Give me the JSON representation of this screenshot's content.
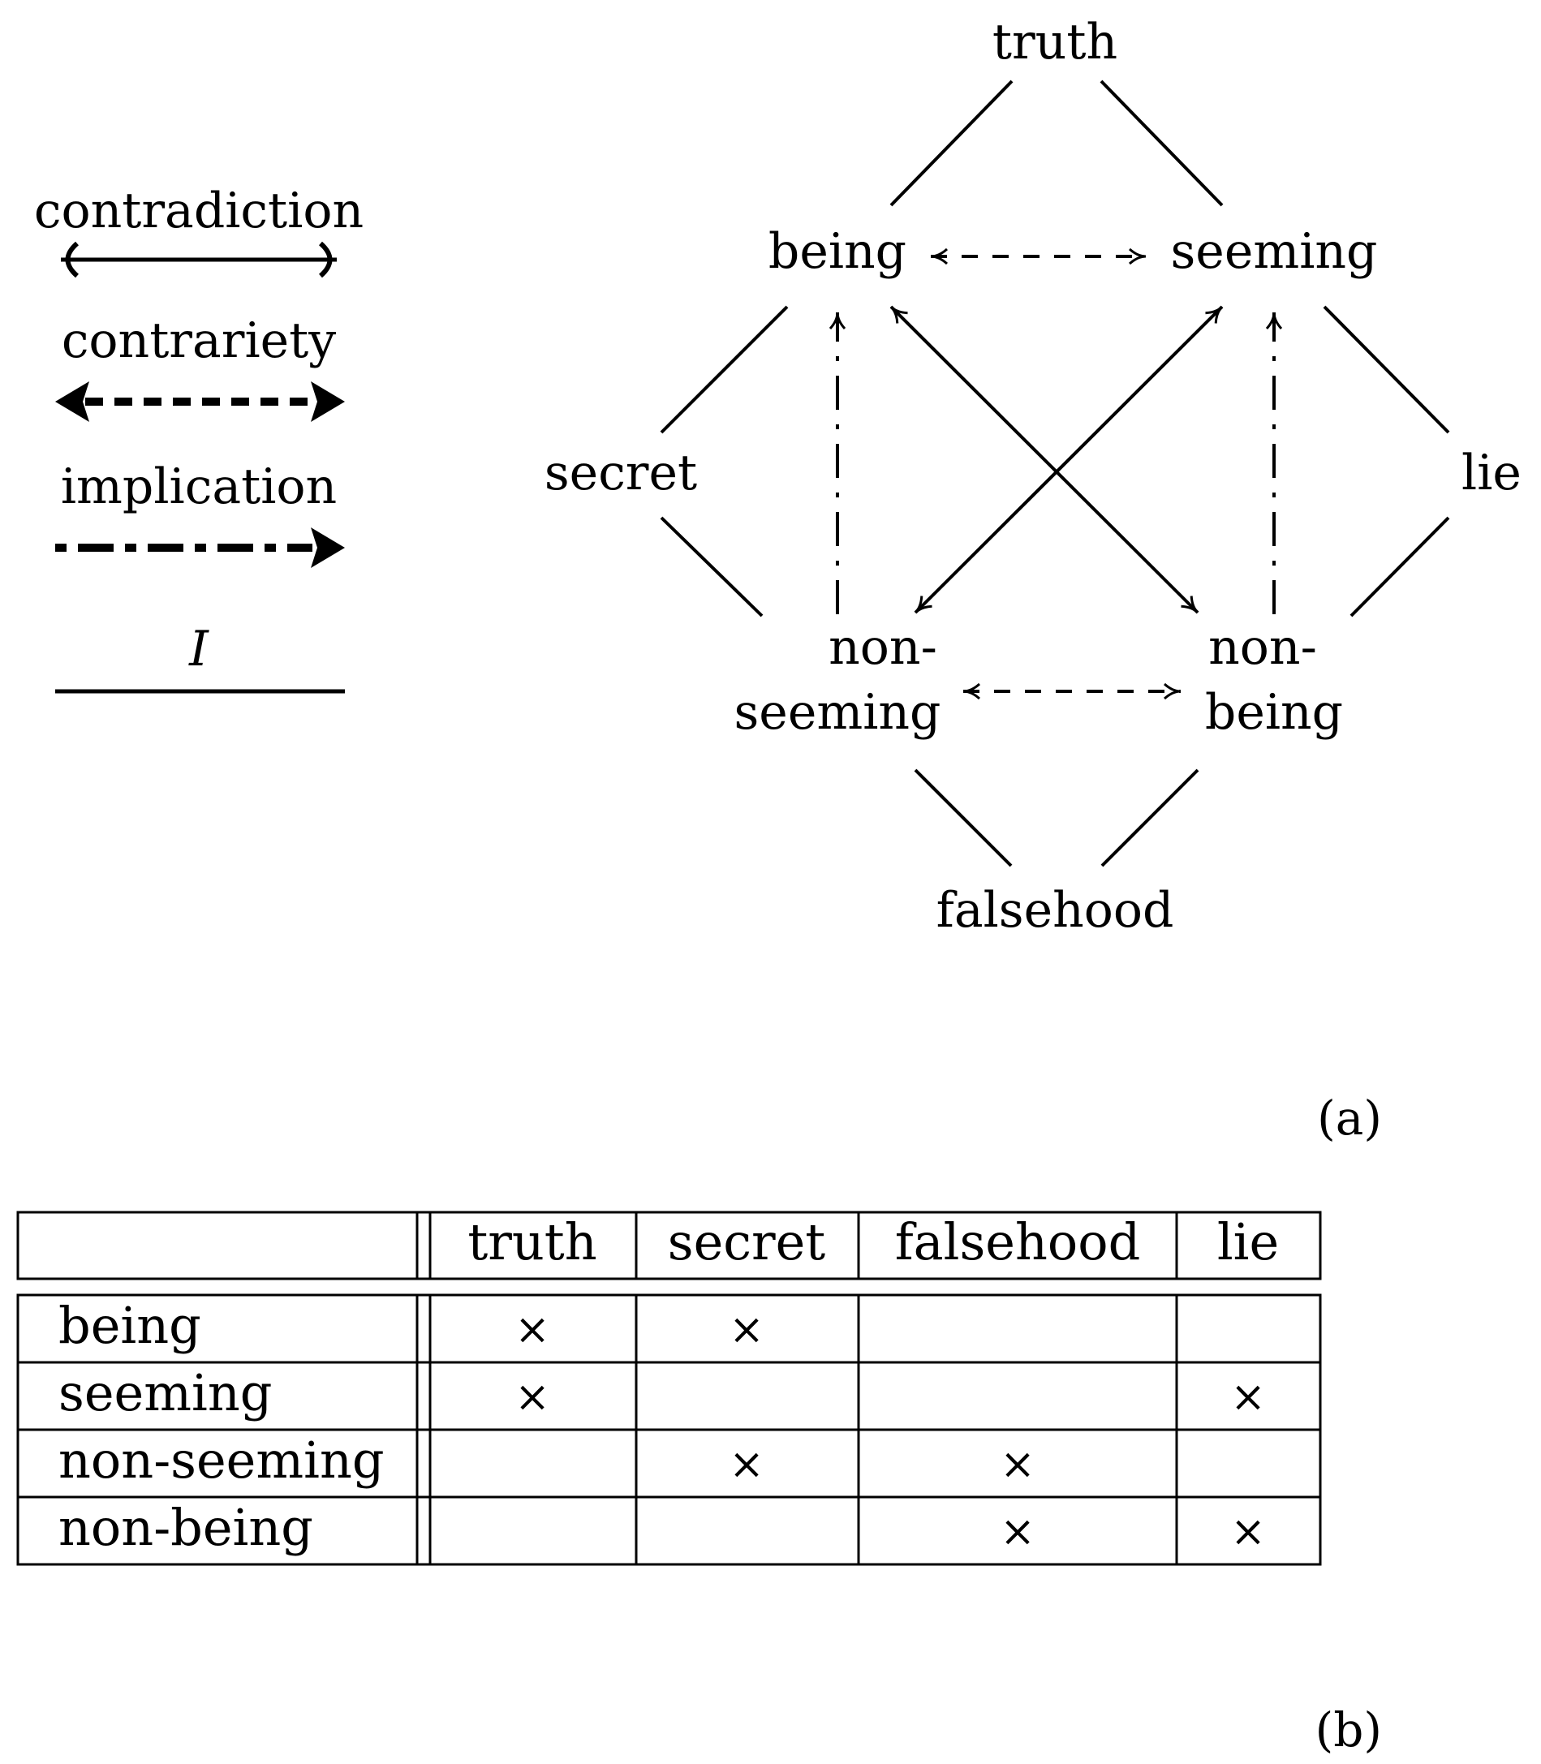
{
  "legend": {
    "contradiction": "contradiction",
    "contrariety": "contrariety",
    "implication": "implication",
    "identity": "I"
  },
  "nodes": {
    "truth": "truth",
    "being": "being",
    "seeming": "seeming",
    "secret": "secret",
    "lie": "lie",
    "non_seeming_1": "non-",
    "non_seeming_2": "seeming",
    "non_being_1": "non-",
    "non_being_2": "being",
    "falsehood": "falsehood"
  },
  "panel_a": "(a)",
  "panel_b": "(b)",
  "table": {
    "columns": [
      "truth",
      "secret",
      "falsehood",
      "lie"
    ],
    "rows": [
      {
        "label": "being",
        "cells": [
          "×",
          "×",
          "",
          ""
        ]
      },
      {
        "label": "seeming",
        "cells": [
          "×",
          "",
          "",
          "×"
        ]
      },
      {
        "label": "non-seeming",
        "cells": [
          "",
          "×",
          "×",
          ""
        ]
      },
      {
        "label": "non-being",
        "cells": [
          "",
          "",
          "×",
          "×"
        ]
      }
    ]
  },
  "colors": {
    "ink": "#000000",
    "background": "#ffffff"
  }
}
